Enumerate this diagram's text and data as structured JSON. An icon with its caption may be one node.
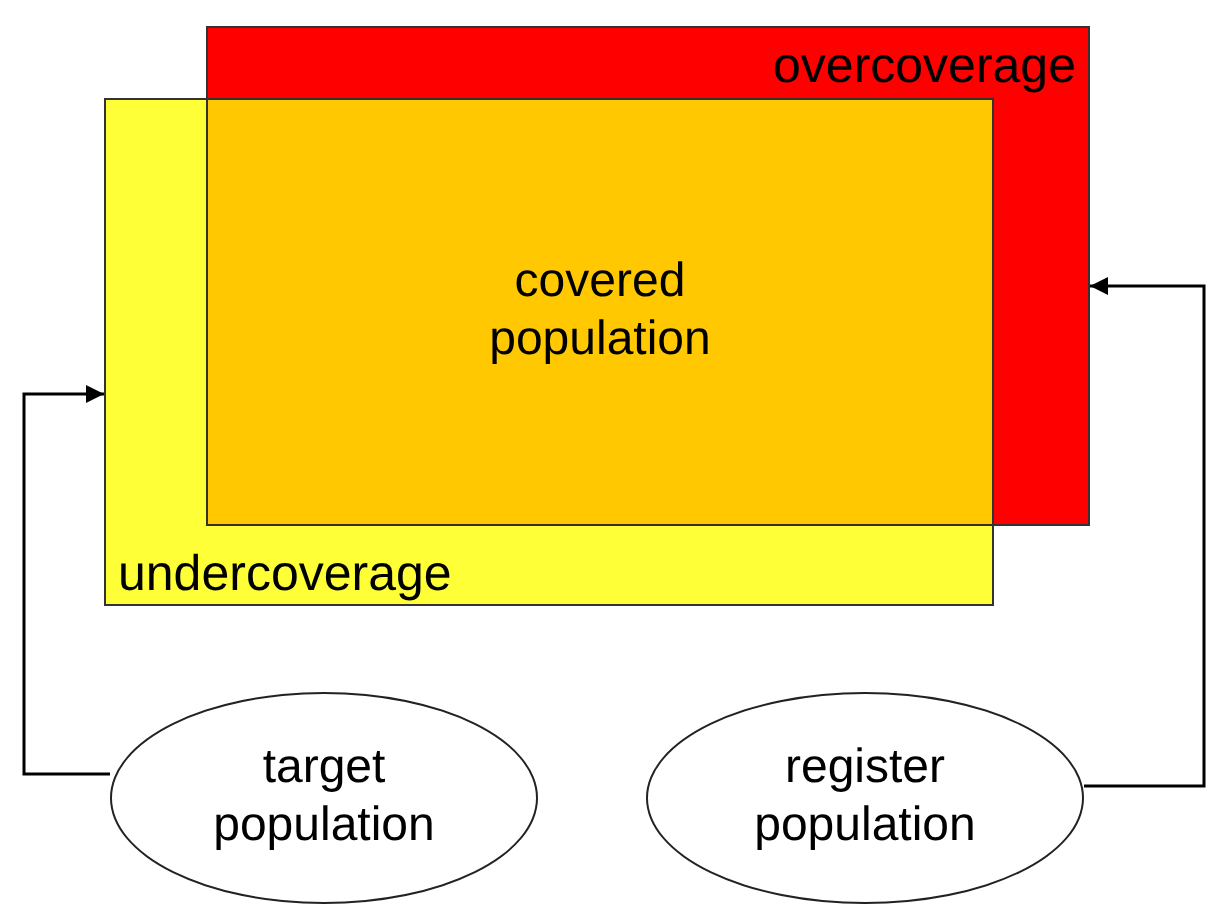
{
  "diagram": {
    "nodes": [
      {
        "text": [
          "overcoverage"
        ]
      },
      {
        "text": [
          "undercoverage"
        ]
      },
      {
        "text": [
          "covered population"
        ]
      },
      {
        "text": [
          "target population"
        ]
      },
      {
        "text": [
          "register population"
        ]
      }
    ],
    "edges": [
      {
        "from": 3,
        "to": 1,
        "arrow": "to"
      },
      {
        "from": 4,
        "to": 0,
        "arrow": "to"
      }
    ]
  }
}
